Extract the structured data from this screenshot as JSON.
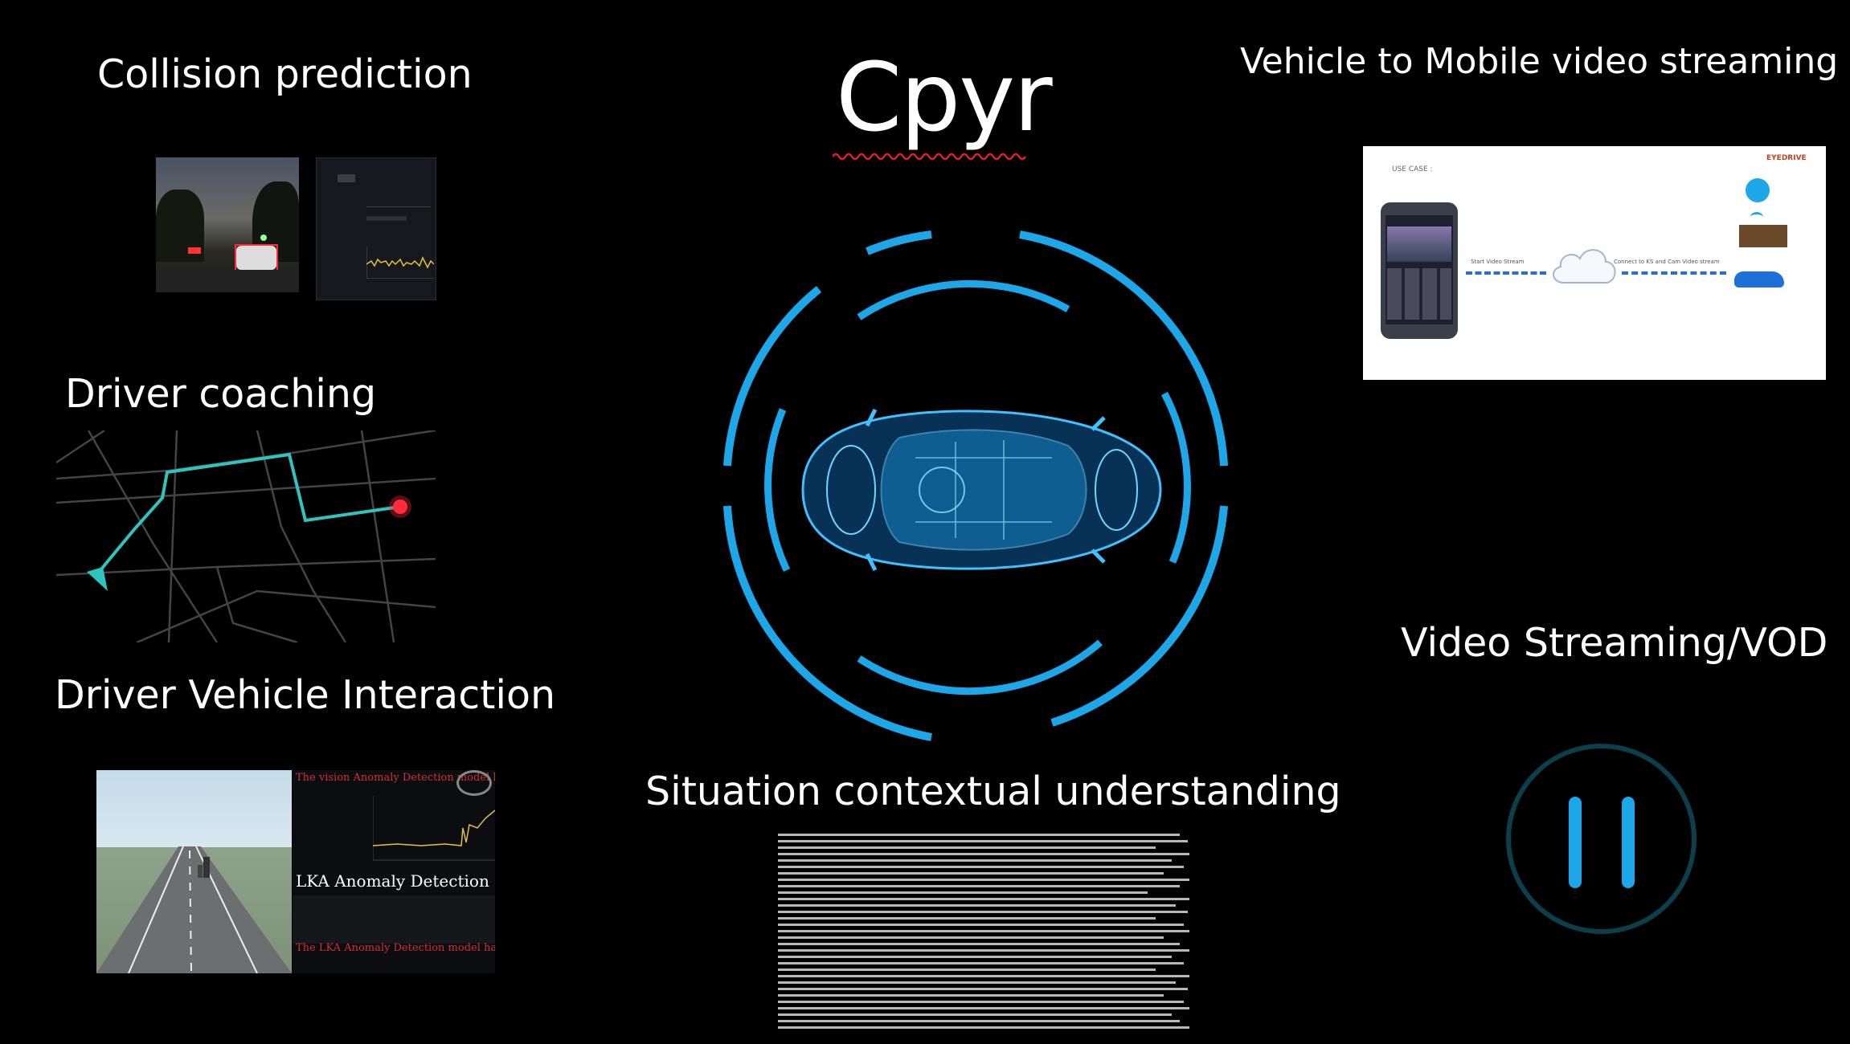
{
  "brand": {
    "name": "Cpyr"
  },
  "features": {
    "collision": {
      "title": "Collision prediction"
    },
    "coaching": {
      "title": "Driver coaching"
    },
    "interaction": {
      "title": "Driver Vehicle Interaction",
      "vision_alert": "The vision Anomaly Detection model has",
      "lka_label": "LKA Anomaly Detection",
      "lka_alert": "The LKA Anomaly Detection model has de"
    },
    "mobile_streaming": {
      "title": "Vehicle to Mobile video streaming",
      "use_case": "USE CASE :",
      "start_stream": "Start Video Stream",
      "connect": "Connect to KS and Cam Video stream",
      "logo_text": "EYEDRIVE"
    },
    "vod": {
      "title": "Video Streaming/VOD"
    },
    "situation": {
      "title": "Situation contextual understanding"
    }
  },
  "colors": {
    "accent_blue": "#1ea7e8",
    "route_teal": "#2ec4c0",
    "marker_red": "#ff2a3a",
    "background": "#000000"
  },
  "icons": {
    "pause": "pause-icon",
    "car": "car-icon",
    "cloud": "cloud-icon"
  }
}
